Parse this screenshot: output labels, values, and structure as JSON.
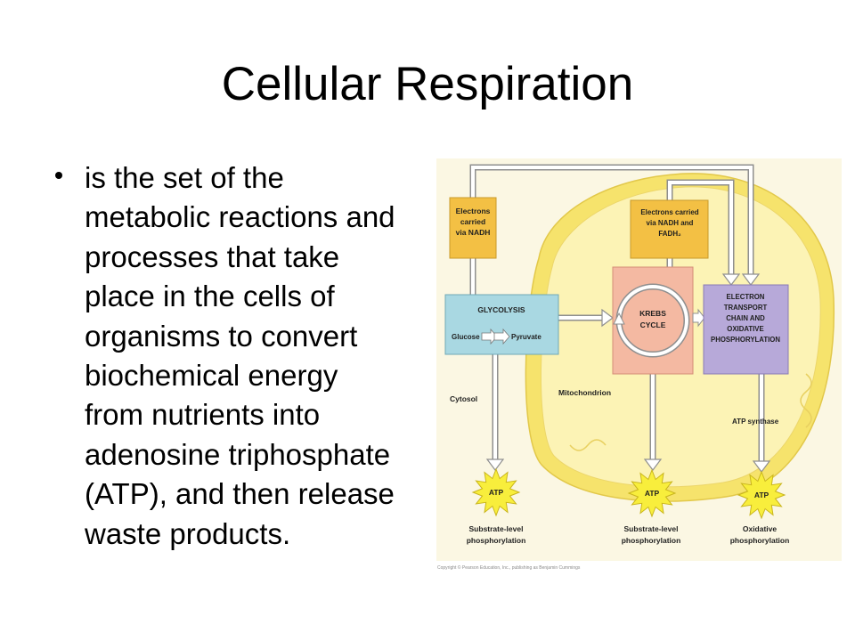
{
  "slide": {
    "title": "Cellular Respiration",
    "bullet_lines": [
      "is the set of the",
      "metabolic reactions and",
      "processes that take",
      "place in the cells of",
      "organisms to convert",
      "biochemical energy",
      "from nutrients into",
      "adenosine triphosphate",
      "(ATP), and then release",
      "waste products."
    ]
  },
  "diagram": {
    "electrons_nadh": [
      "Electrons",
      "carried",
      "via NADH"
    ],
    "electrons_nadh_fadh2": [
      "Electrons carried",
      "via NADH and",
      "FADH₂"
    ],
    "glycolysis": {
      "title": "GLYCOLYSIS",
      "input": "Glucose",
      "output": "Pyruvate"
    },
    "krebs_cycle": [
      "KREBS",
      "CYCLE"
    ],
    "electron_transport": [
      "ELECTRON",
      "TRANSPORT",
      "CHAIN AND",
      "OXIDATIVE",
      "PHOSPHORYLATION"
    ],
    "cytosol_label": "Cytosol",
    "mitochondrion_label": "Mitochondrion",
    "atp_synthase_label": "ATP synthase",
    "atp_bursts": [
      "ATP",
      "ATP",
      "ATP"
    ],
    "outputs": [
      {
        "line1": "Substrate-level",
        "line2": "phosphorylation"
      },
      {
        "line1": "Substrate-level",
        "line2": "phosphorylation"
      },
      {
        "line1": "Oxidative",
        "line2": "phosphorylation"
      }
    ],
    "copyright": "Copyright © Pearson Education, Inc., publishing as Benjamin Cummings"
  },
  "colors": {
    "diagram_background": "#fbf7e3",
    "mitochondrion_outer": "#f6e36c",
    "mitochondrion_inner": "#fcf3b5",
    "electron_carrier_box": "#f3c044",
    "glycolysis_box": "#a9d8e2",
    "krebs_box": "#f4b9a2",
    "electron_transport_box": "#b7a9d9",
    "atp_burst": "#f8ee3c",
    "atp_synthase_text": "#e03a3a"
  }
}
